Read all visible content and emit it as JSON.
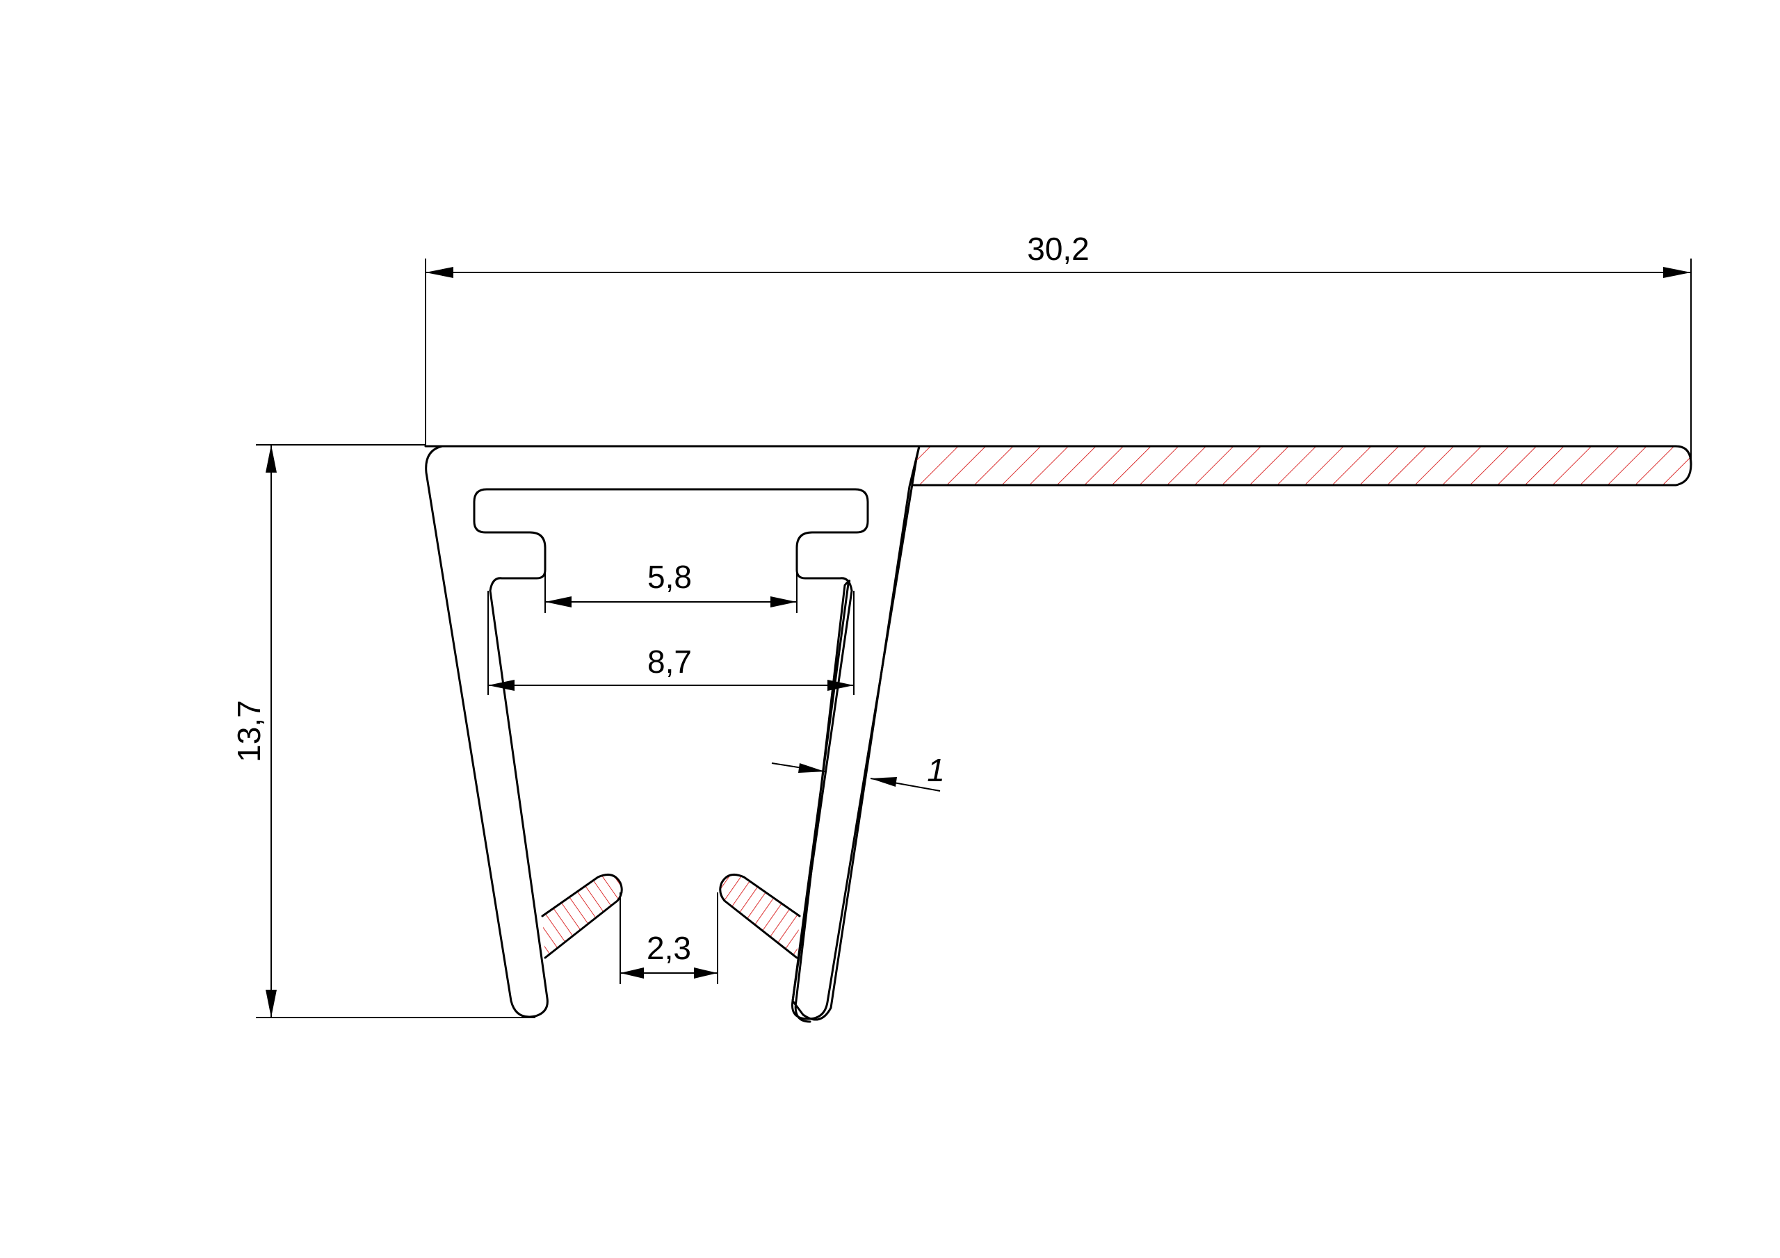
{
  "drawing": {
    "title": "",
    "dimensions": {
      "overall_width": "30,2",
      "overall_height": "13,7",
      "inner_slot_width": "5,8",
      "channel_width": "8,7",
      "wall_thickness": "1",
      "lip_gap": "2,3"
    },
    "colors": {
      "line": "#000000",
      "hatch": "#d40000",
      "background": "#ffffff"
    }
  }
}
